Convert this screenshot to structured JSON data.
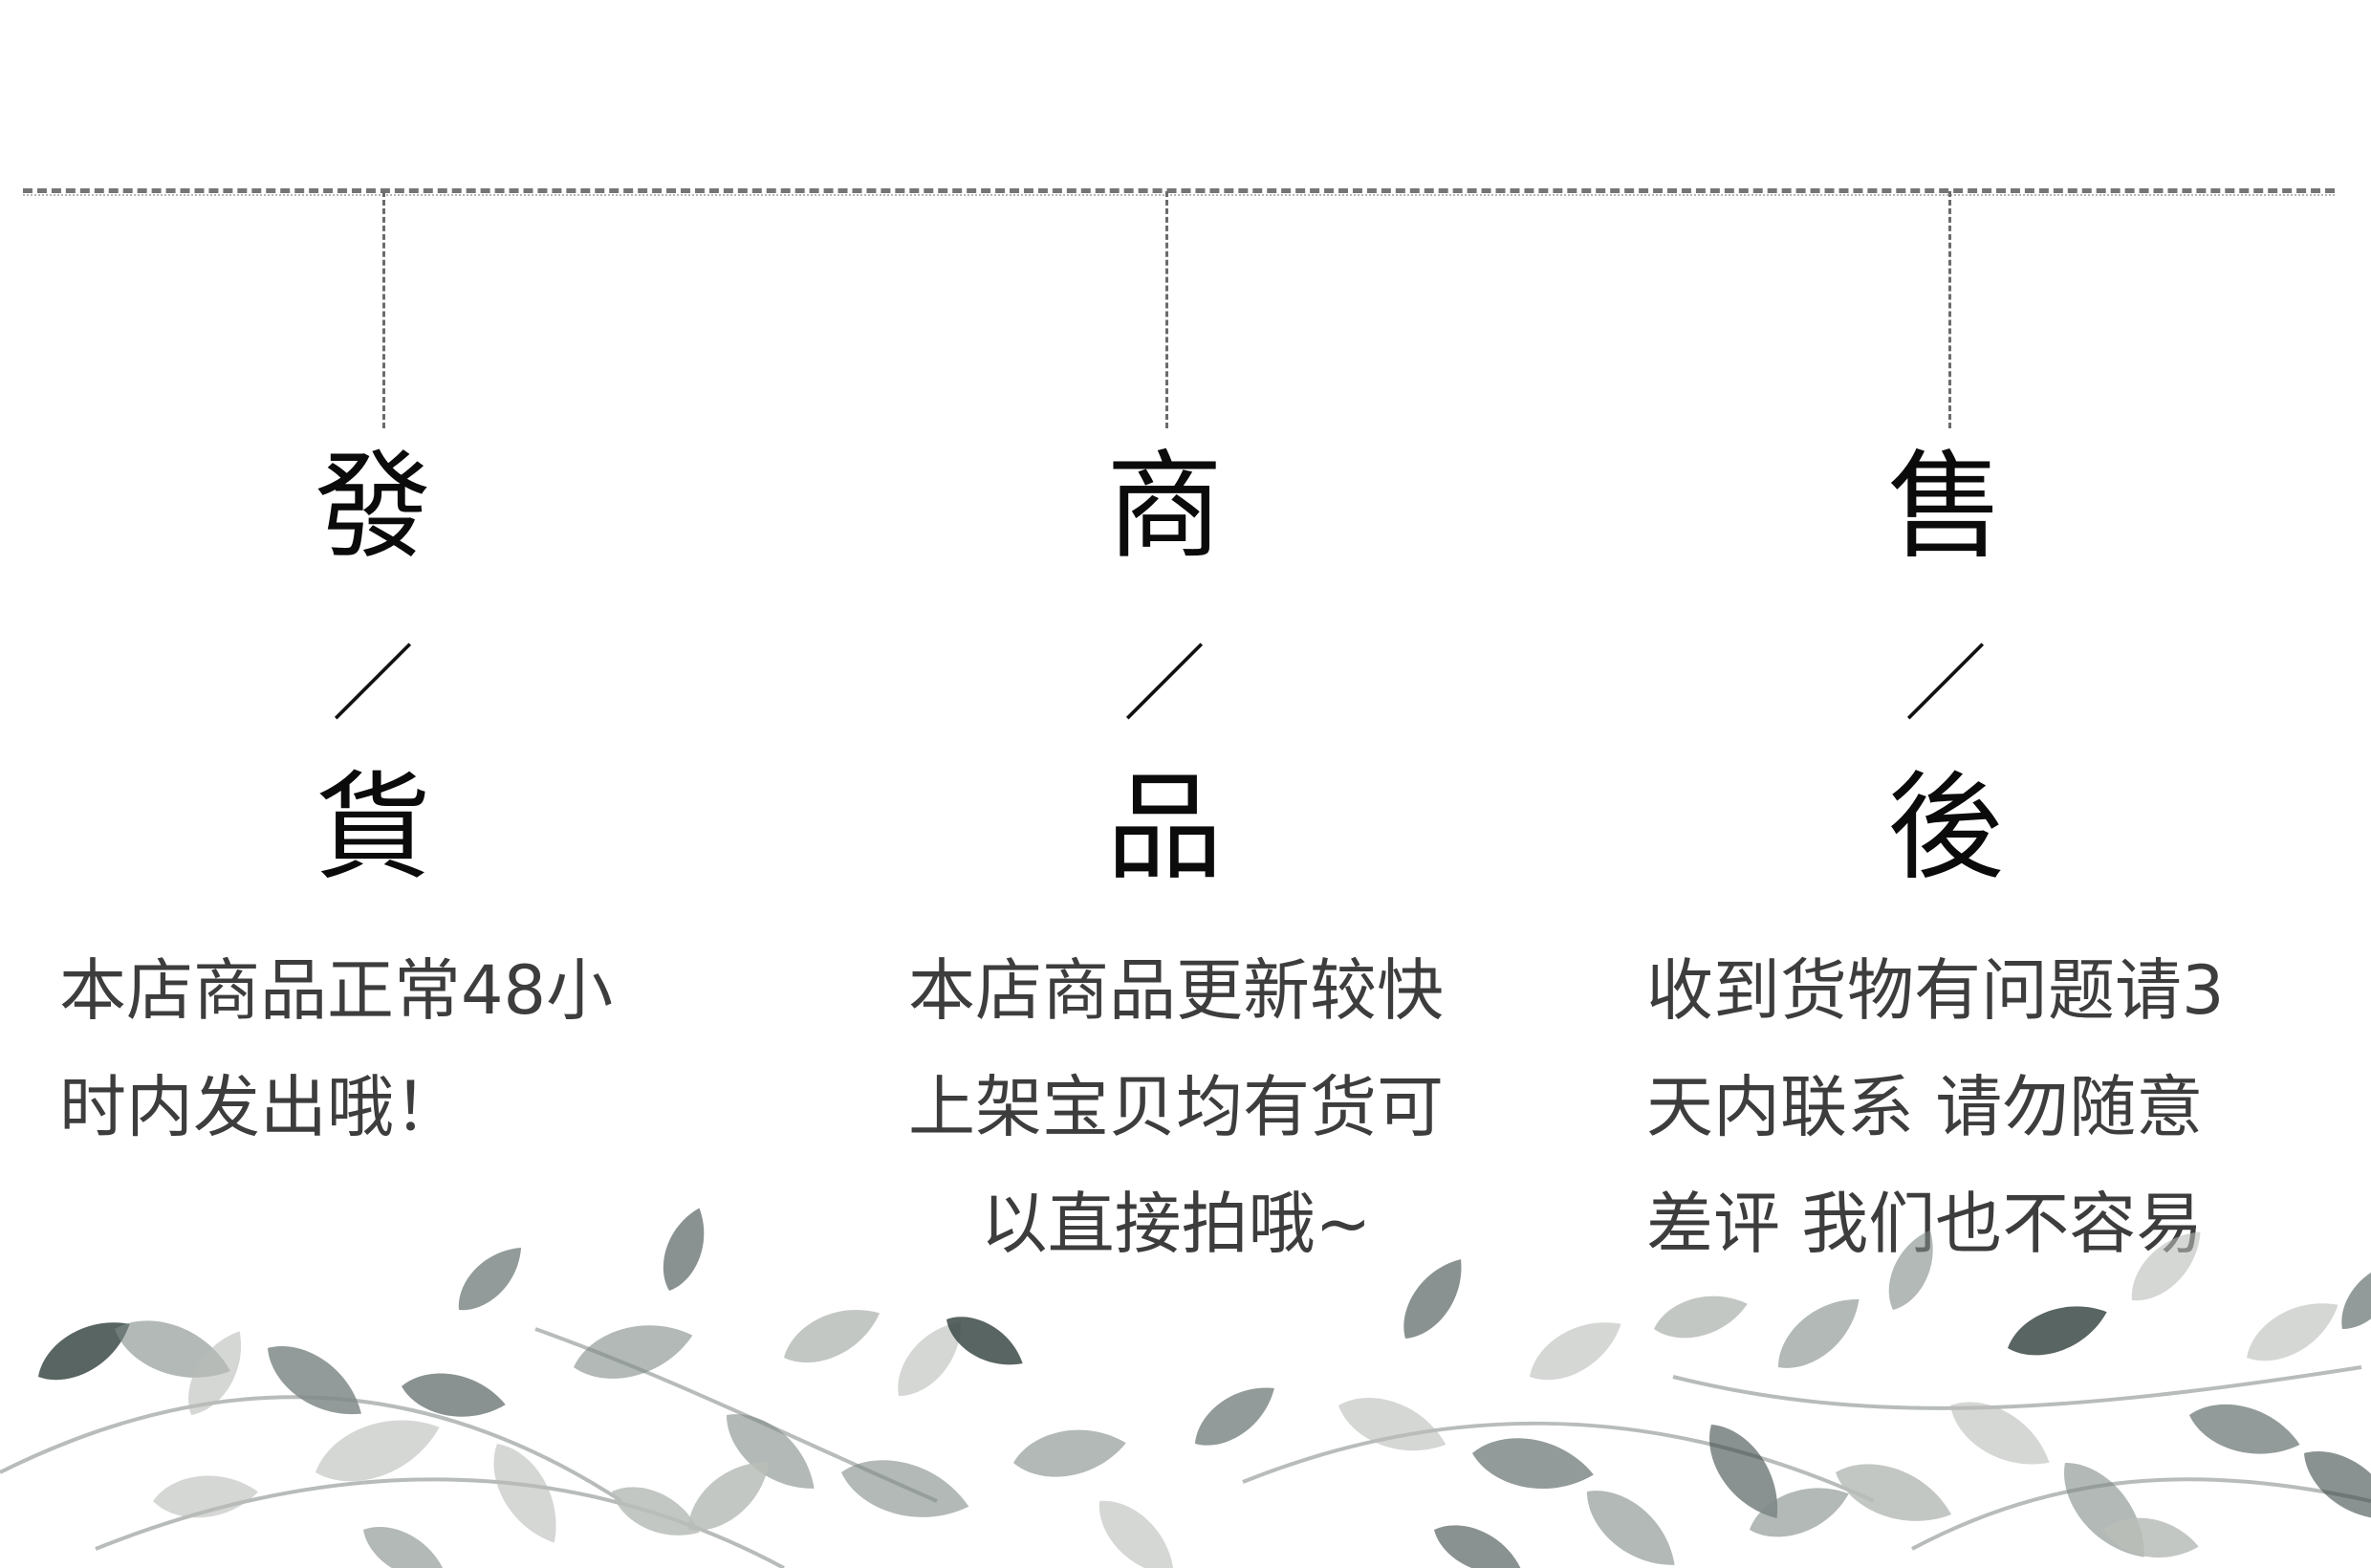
{
  "columns": [
    {
      "top_char": "發",
      "slash": "／",
      "bottom_char": "貨",
      "lines": [
        "本店商品正常48小",
        "时内发出哦！"
      ]
    },
    {
      "top_char": "商",
      "slash": "／",
      "bottom_char": "品",
      "lines": [
        "本店商品更新较快",
        "上架宝贝均有货可",
        "以直接拍哦~"
      ]
    },
    {
      "top_char": "售",
      "slash": "／",
      "bottom_char": "後",
      "lines": [
        "收到货物有问题请3",
        "天内联系  请勿随意",
        "差评  我们也不容易"
      ]
    }
  ],
  "colors": {
    "heading": "#0b0b0b",
    "body_text": "#3d3d3d",
    "rail": "#5e5e5e",
    "leaf_dark": "#3c4a48",
    "leaf_mid": "#7f8a87",
    "leaf_light": "#b9bdb9"
  }
}
